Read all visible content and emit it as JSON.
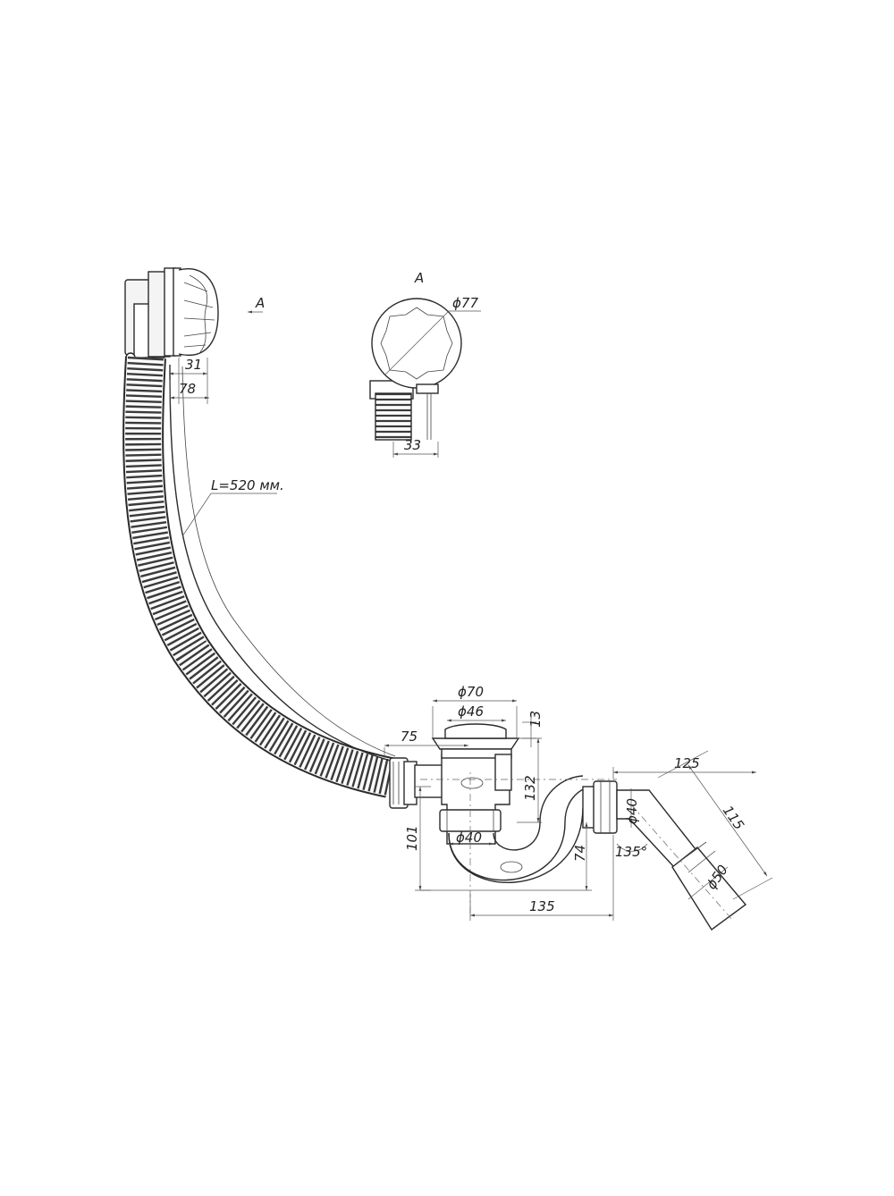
{
  "view_label": "A",
  "view_arrow_label": "A",
  "dimensions": {
    "d31": "31",
    "d78": "78",
    "d77": "ϕ77",
    "d33": "33",
    "hose_length": "L=520 мм.",
    "d70": "ϕ70",
    "d46": "ϕ46",
    "d13": "13",
    "d75": "75",
    "d132": "132",
    "d101": "101",
    "d40a": "ϕ40",
    "d74": "74",
    "d135": "135",
    "d125": "125",
    "d115": "115",
    "d40b": "ϕ40",
    "angle": "135°",
    "d50": "ϕ50"
  },
  "colors": {
    "line": "#2b2b2b",
    "background": "#ffffff"
  }
}
